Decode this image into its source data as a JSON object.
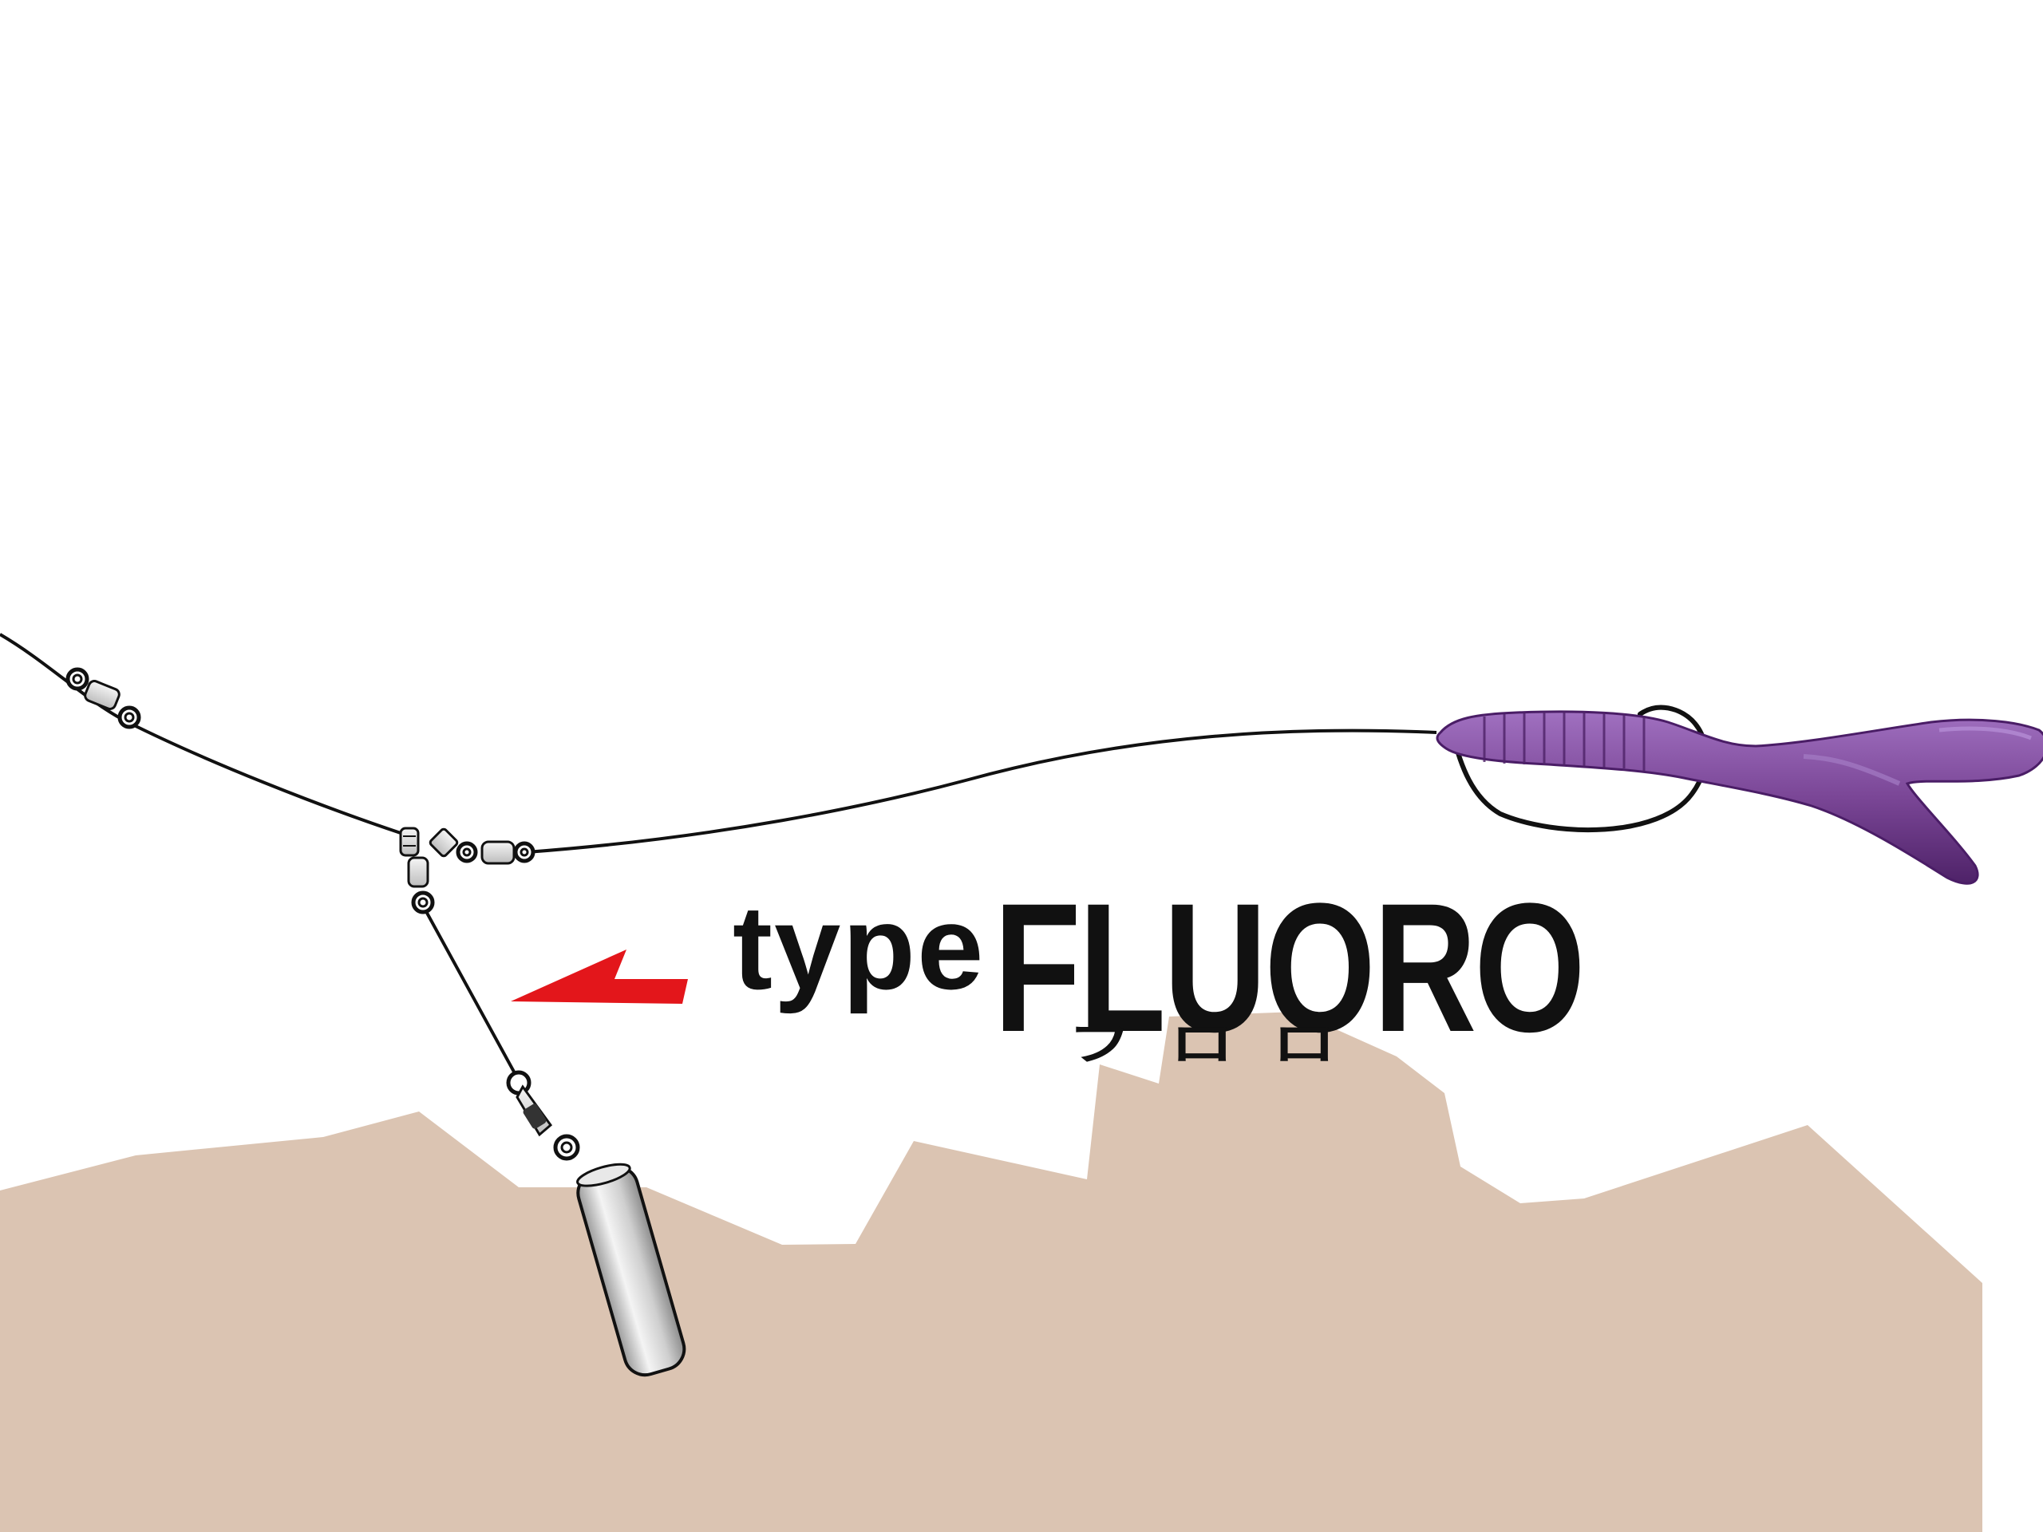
{
  "diagram": {
    "label_type": "type",
    "label_name": "FLUORO",
    "label_reading": "フロロ",
    "colors": {
      "seabed": "#dbc4b2",
      "line": "#111111",
      "worm": "#7a4696",
      "worm_dark": "#5a2a78",
      "arrow": "#e3161b",
      "sinker": "#d6d6d6",
      "swivel": "#e0e0e0",
      "text": "#111111"
    },
    "icons": {
      "arrow": "red-lightning-arrow-icon",
      "worm": "soft-plastic-worm-icon",
      "hook": "offset-hook-icon",
      "sinker": "stick-sinker-icon",
      "swivel": "swivel-icon",
      "snap": "snap-swivel-icon"
    }
  }
}
